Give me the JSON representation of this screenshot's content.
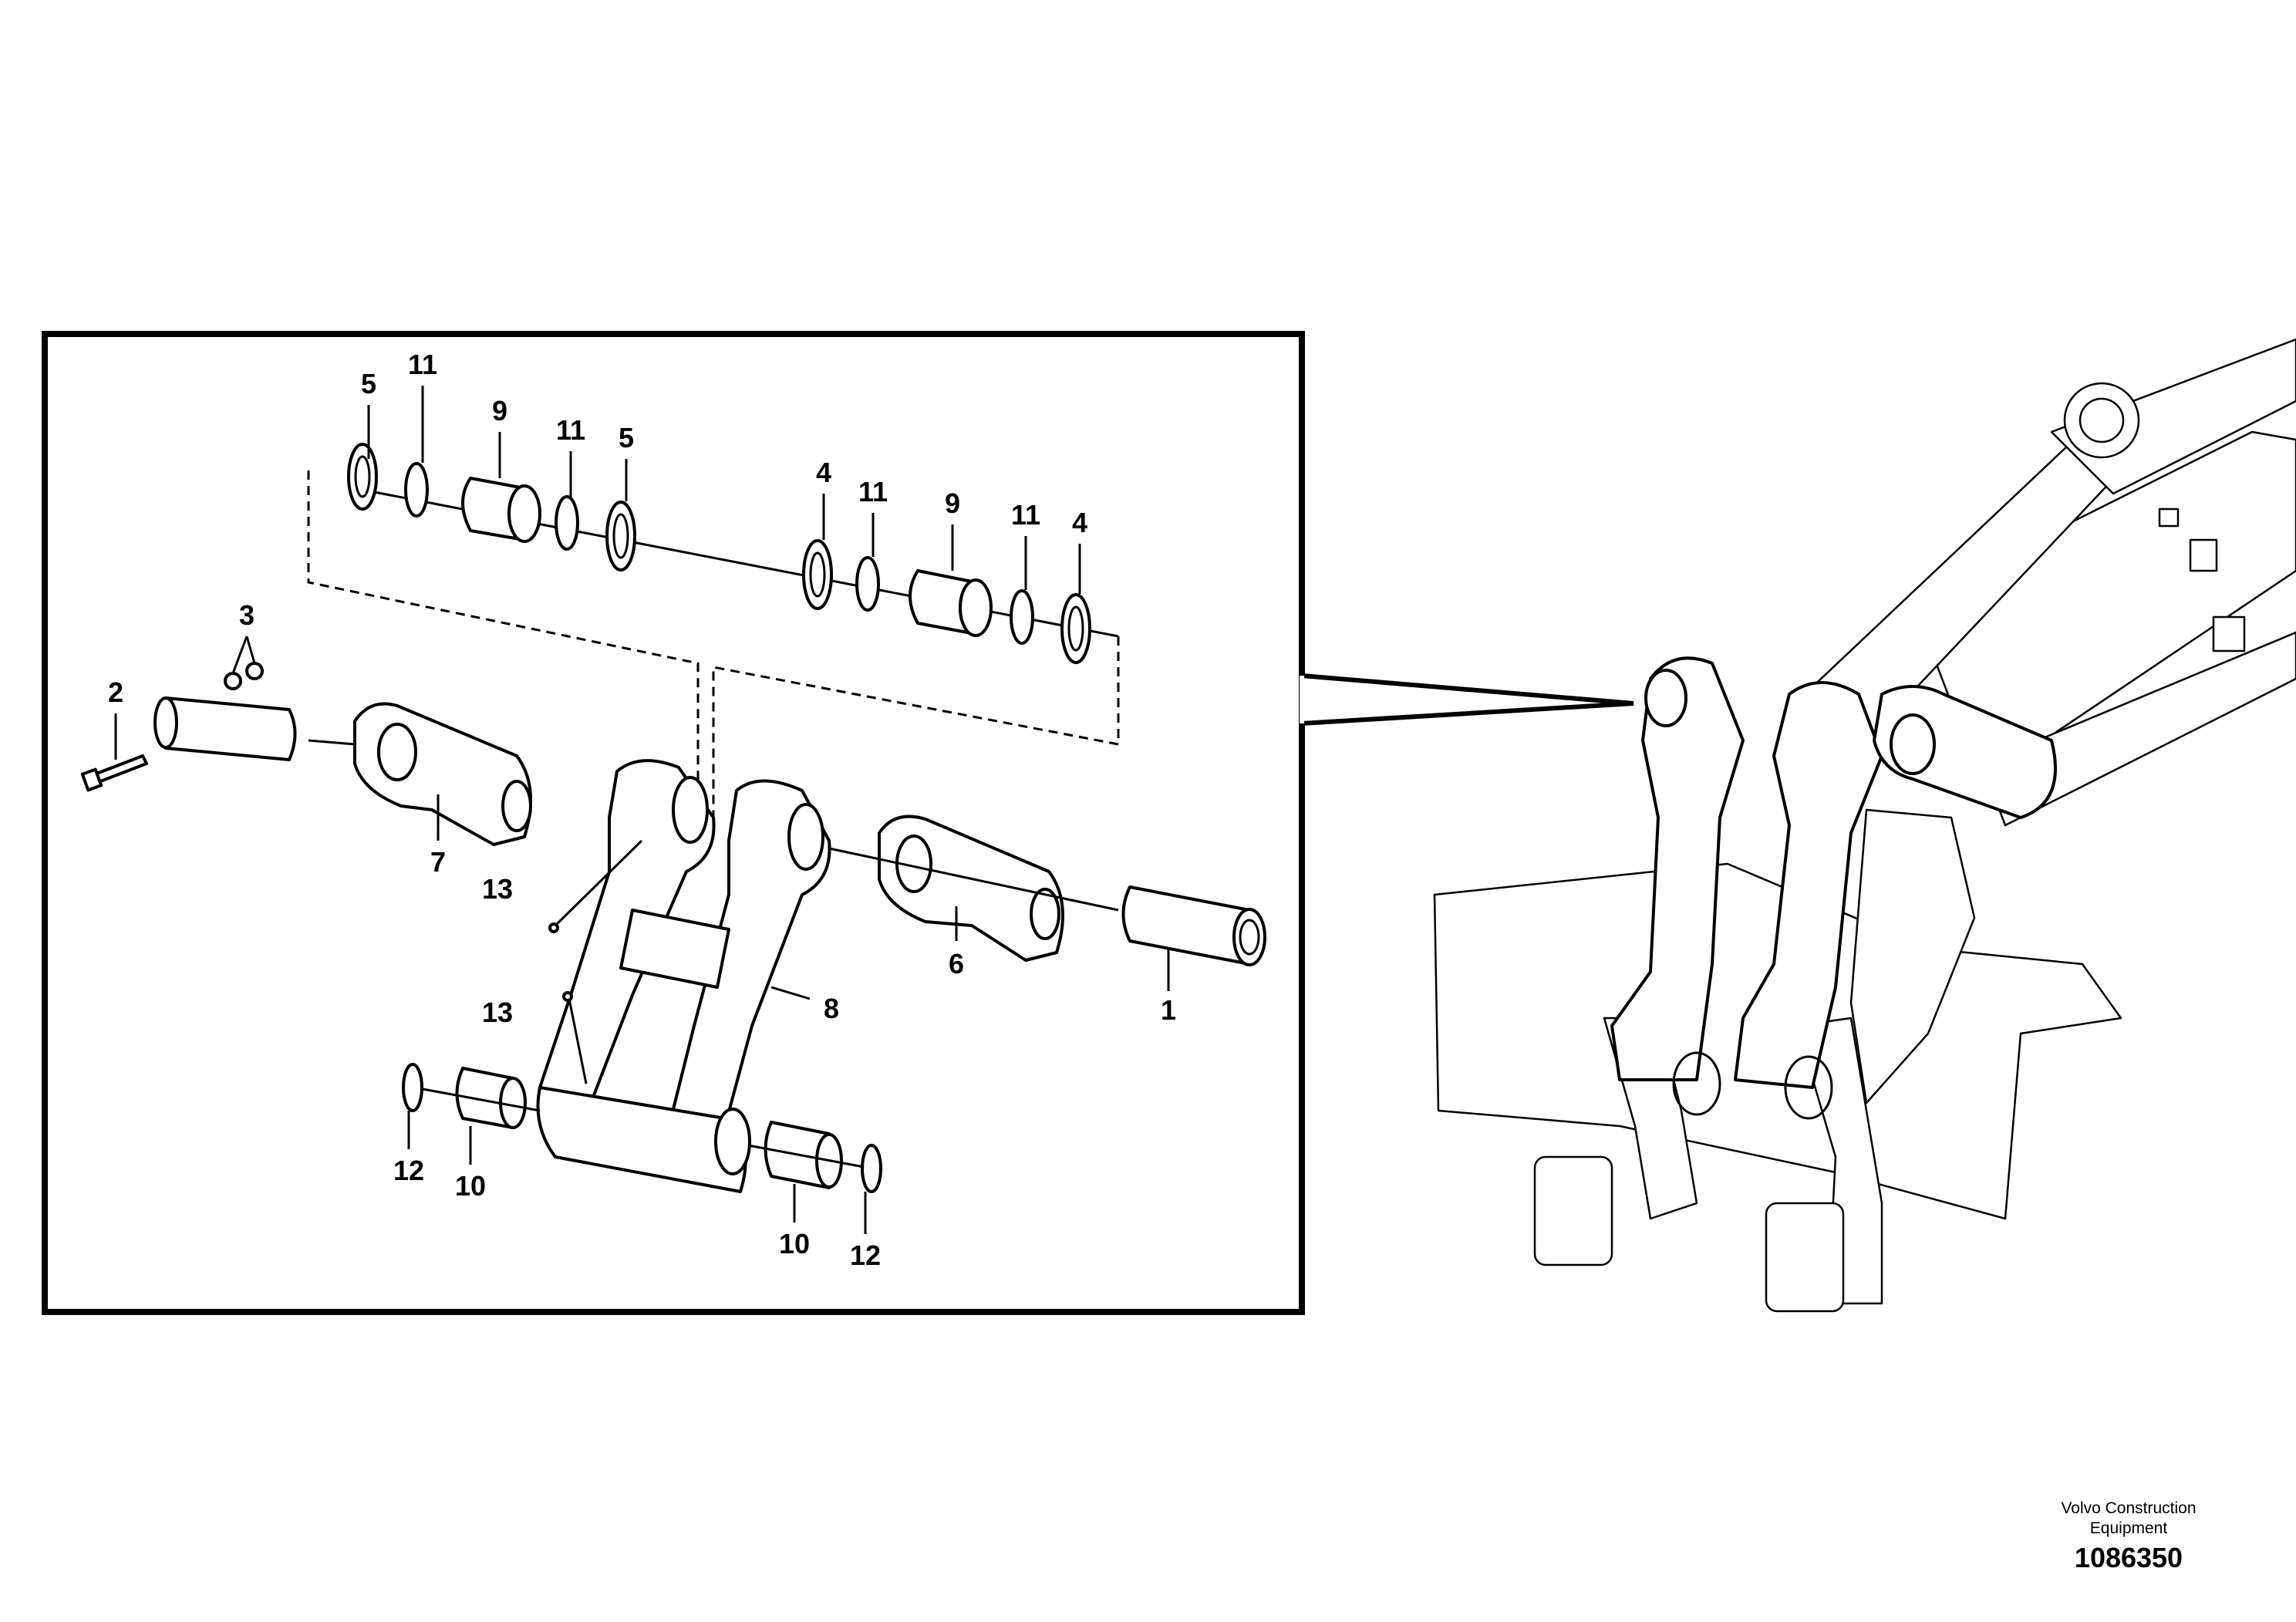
{
  "callouts": {
    "c5a": "5",
    "c11a": "11",
    "c9a": "9",
    "c11b": "11",
    "c5b": "5",
    "c4a": "4",
    "c11c": "11",
    "c9b": "9",
    "c11d": "11",
    "c4b": "4",
    "c3": "3",
    "c2": "2",
    "c7": "7",
    "c13a": "13",
    "c13b": "13",
    "c8": "8",
    "c6": "6",
    "c1": "1",
    "c12a": "12",
    "c10a": "10",
    "c10b": "10",
    "c12b": "12"
  },
  "footer": {
    "company_line1": "Volvo Construction",
    "company_line2": "Equipment",
    "drawing_number": "1086350"
  }
}
